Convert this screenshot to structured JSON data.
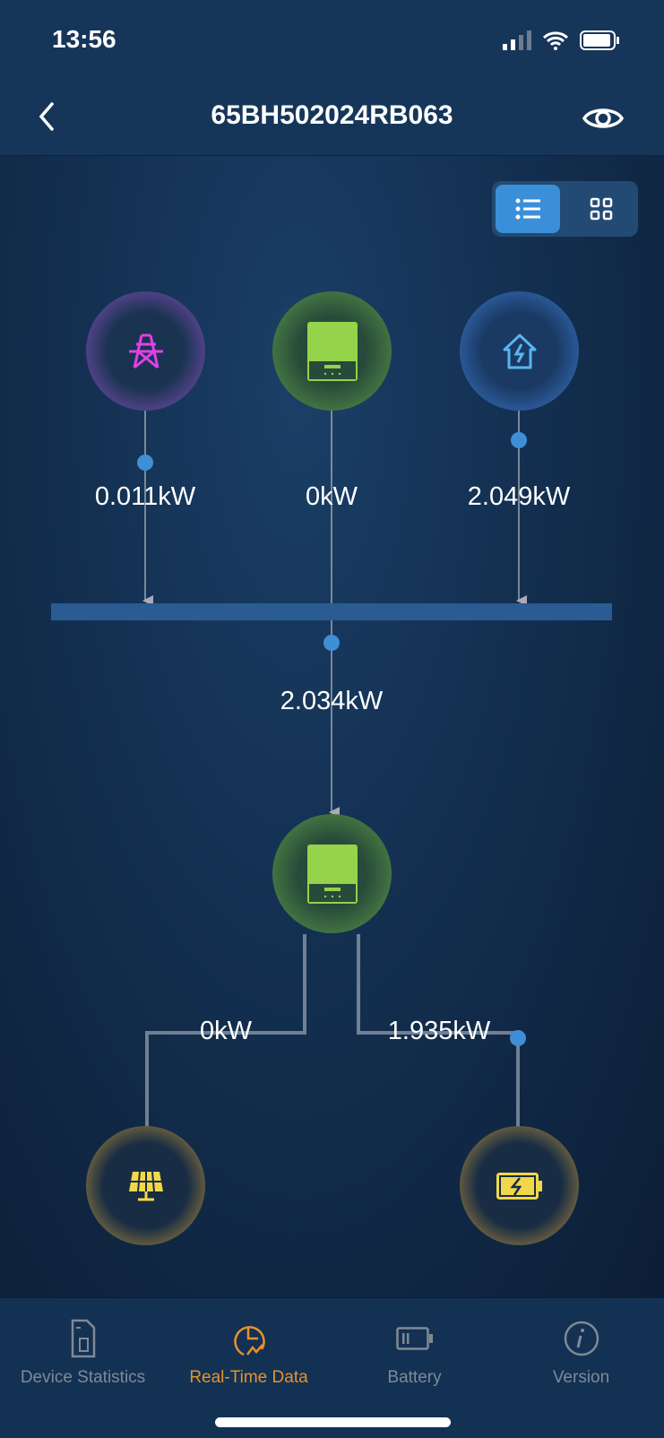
{
  "status_bar": {
    "time": "13:56"
  },
  "header": {
    "title": "65BH502024RB063"
  },
  "flow": {
    "grid_power": "0.011kW",
    "inverter_top_power": "0kW",
    "home_power": "2.049kW",
    "bus_to_inverter_power": "2.034kW",
    "pv_power": "0kW",
    "battery_power": "1.935kW"
  },
  "colors": {
    "accent": "#e8912b",
    "toggle_active": "#3b8fd9",
    "grid": "#e040e8",
    "inverter": "#94d34a",
    "home": "#5ab4f0",
    "gold": "#f0d84a"
  },
  "tabs": [
    {
      "label": "Device Statistics",
      "icon": "document-battery-icon"
    },
    {
      "label": "Real-Time Data",
      "icon": "clock-chart-icon",
      "active": true
    },
    {
      "label": "Battery",
      "icon": "battery-icon"
    },
    {
      "label": "Version",
      "icon": "info-icon"
    }
  ]
}
